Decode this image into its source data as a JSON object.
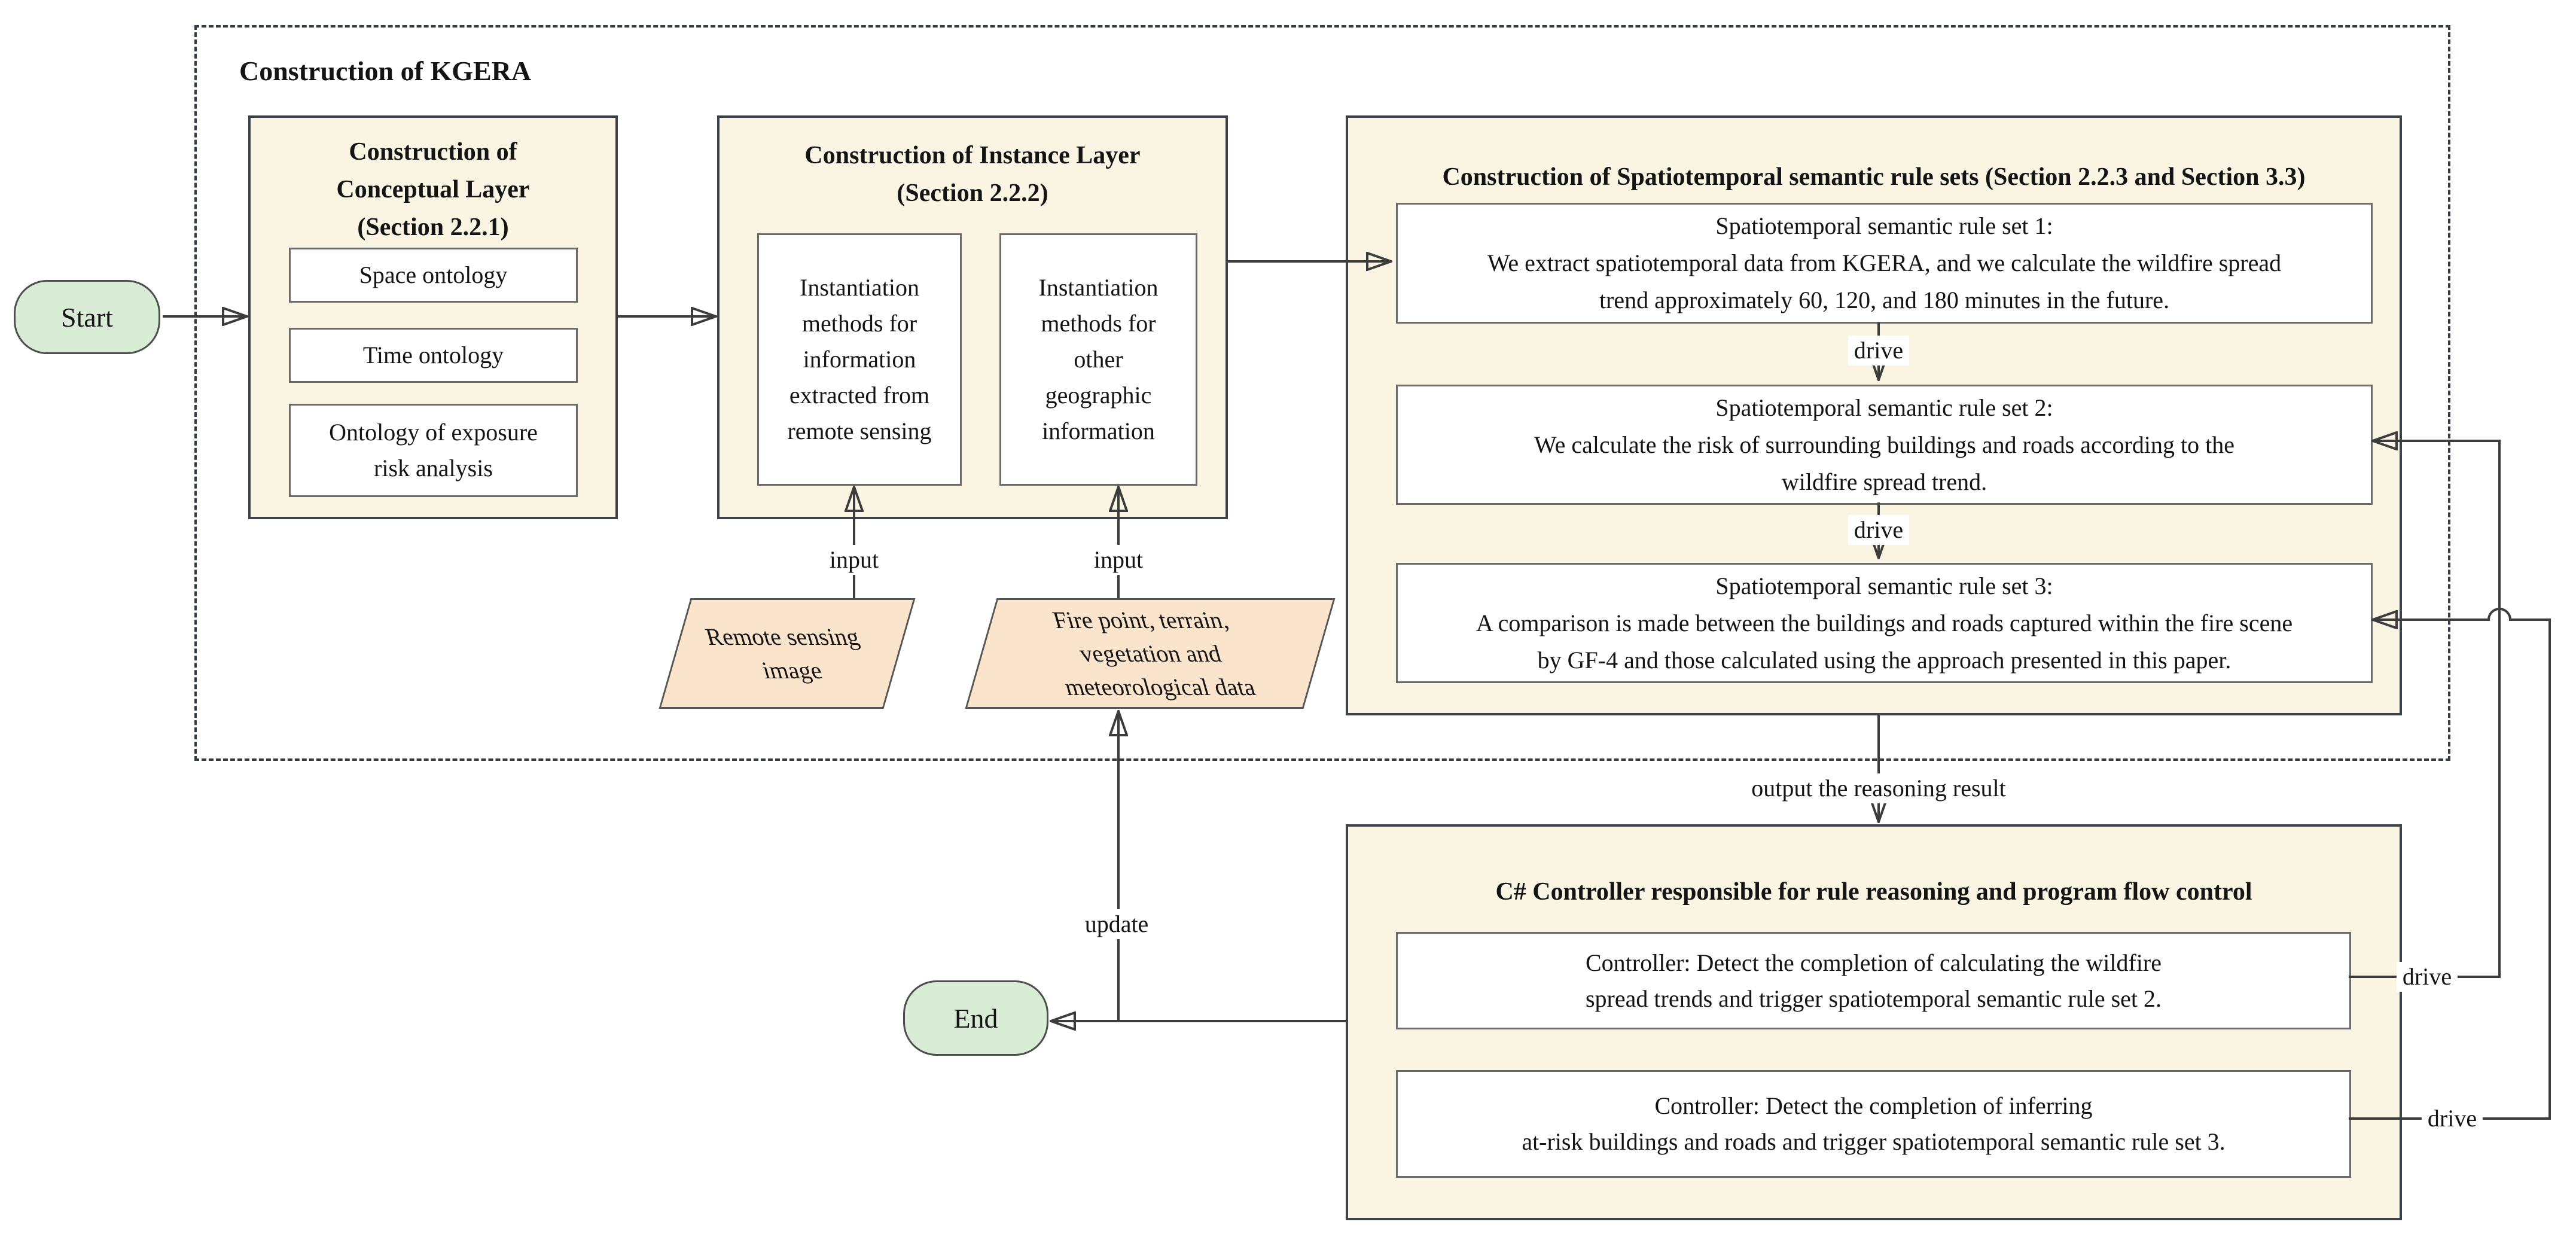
{
  "group": {
    "title": "Construction of KGERA"
  },
  "start": {
    "label": "Start"
  },
  "end": {
    "label": "End"
  },
  "colors": {
    "group_fill": "#faf4e2",
    "io_fill": "#fbe4cc",
    "terminal_fill": "#d9ecd6",
    "line": "#3c3c3c",
    "dashed_border": "#333b45"
  },
  "conceptual": {
    "title": "Construction of\nConceptual Layer\n(Section 2.2.1)",
    "items": [
      "Space ontology",
      "Time ontology",
      "Ontology of exposure\nrisk analysis"
    ]
  },
  "instance": {
    "title": "Construction of Instance Layer\n(Section 2.2.2)",
    "items": [
      "Instantiation\nmethods for\ninformation\nextracted from\nremote sensing",
      "Instantiation\nmethods for\nother\ngeographic\ninformation"
    ]
  },
  "io": {
    "remote_sensing": "Remote sensing\nimage",
    "fire_data": "Fire point, terrain,\nvegetation and\nmeteorological data"
  },
  "rulesets": {
    "title": "Construction of Spatiotemporal semantic rule sets (Section 2.2.3 and Section 3.3)",
    "rules": [
      {
        "title": "Spatiotemporal semantic rule set 1:",
        "body": "We extract spatiotemporal data from KGERA, and we calculate the wildfire spread\ntrend approximately 60, 120, and 180 minutes in the future."
      },
      {
        "title": "Spatiotemporal semantic rule set 2:",
        "body": "We calculate the risk of surrounding buildings and roads according to the\nwildfire spread trend."
      },
      {
        "title": "Spatiotemporal semantic rule set 3:",
        "body": "A comparison is made between the buildings and roads captured within the fire scene\nby GF-4 and those calculated using the approach presented in this paper."
      }
    ]
  },
  "controller": {
    "title": "C# Controller responsible for rule reasoning and program flow control",
    "items": [
      "Controller: Detect the completion of calculating the wildfire\nspread trends and trigger spatiotemporal semantic rule set 2.",
      "Controller: Detect the completion of inferring\nat-risk buildings and roads and trigger spatiotemporal semantic rule set 3."
    ]
  },
  "edges": {
    "input": "input",
    "update": "update",
    "drive": "drive",
    "output": "output the reasoning result"
  }
}
